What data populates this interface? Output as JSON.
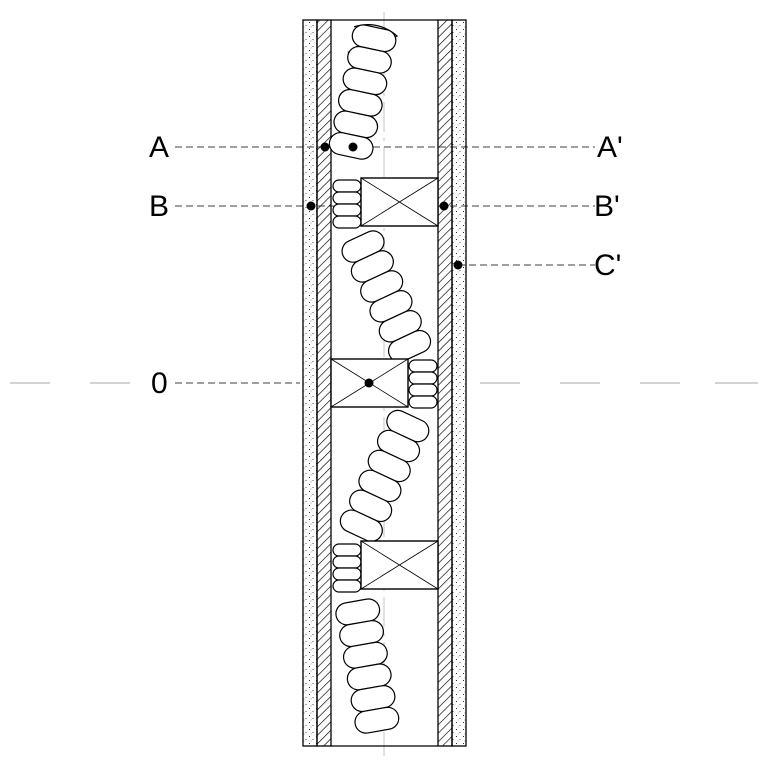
{
  "labels": {
    "a_left": "A",
    "a_right": "A'",
    "b_left": "B",
    "b_right": "B'",
    "c_right": "C'",
    "zero": "0"
  },
  "colors": {
    "ink": "#000000",
    "paper": "#ffffff",
    "guide": "#888888"
  }
}
